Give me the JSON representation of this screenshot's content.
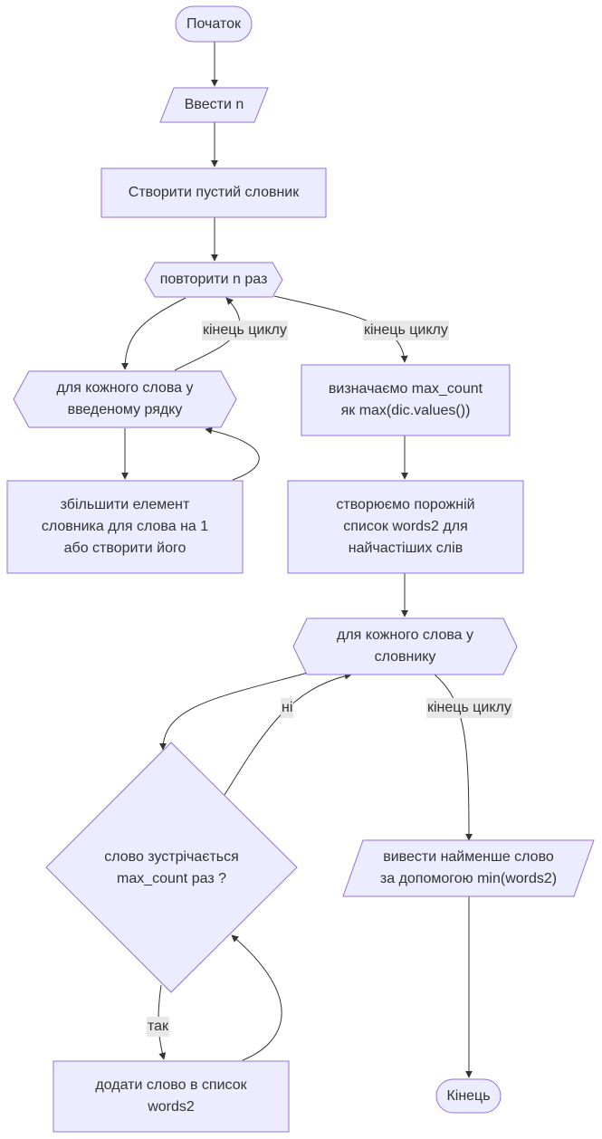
{
  "nodes": {
    "start": "Початок",
    "input_n": "Ввести n",
    "create_dict": "Створити пустий словник",
    "loop_n": "повторити n раз",
    "loop_words": [
      "для кожного слова у",
      "введеному рядку"
    ],
    "increment": [
      "збільшити елемент",
      "словника для слова на 1",
      "або створити його"
    ],
    "max_count": [
      "визначаємо max_count",
      "як max(dic.values())"
    ],
    "create_list": [
      "створюємо порожній",
      "список words2 для",
      "найчастіших слів"
    ],
    "loop_dict": [
      "для кожного слова у",
      "словнику"
    ],
    "decision": [
      "слово зустрічається",
      "max_count раз ?"
    ],
    "add_word": [
      "додати слово в список",
      "words2"
    ],
    "output": [
      "вивести найменше слово",
      "за допомогою min(words2)"
    ],
    "end": "Кінець"
  },
  "edge_labels": {
    "loop_words_end": "кінець циклу",
    "loop_n_end": "кінець циклу",
    "decision_no": "ні",
    "decision_yes": "так",
    "loop_dict_end": "кінець циклу"
  },
  "colors": {
    "node_fill": "#ECECFF",
    "node_stroke": "#9370DB",
    "edge": "#333333",
    "edge_label_bg": "#E8E8E8",
    "text": "#333333"
  }
}
